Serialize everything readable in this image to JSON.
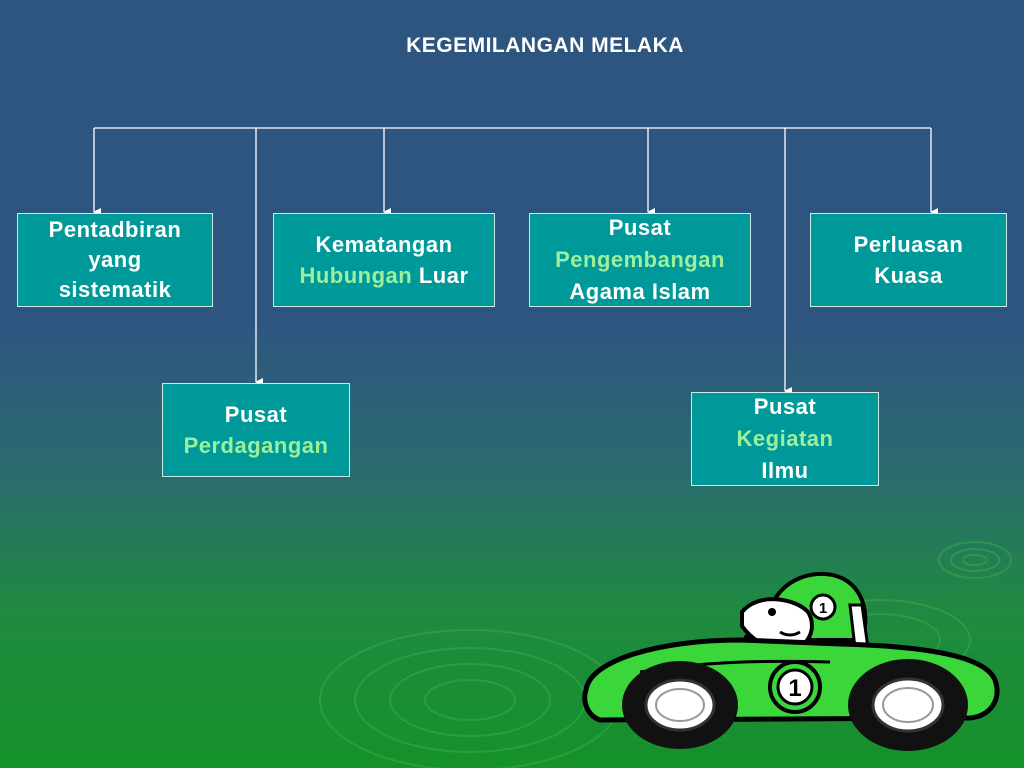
{
  "title": "KEGEMILANGAN MELAKA",
  "boxes": {
    "pentadbiran": {
      "line1": "Pentadbiran",
      "line2": "yang",
      "line3": "sistematik"
    },
    "kematangan": {
      "line1": "Kematangan",
      "line2_hl": "Hubungan",
      "line2_rest": " Luar"
    },
    "agama": {
      "line1": "Pusat",
      "line2_hl": "Pengembangan",
      "line3": "Agama Islam"
    },
    "perluasan": {
      "line1": "Perluasan",
      "line2": "Kuasa"
    },
    "perdagangan": {
      "line1": "Pusat",
      "line2_hl": "Perdagangan"
    },
    "kegiatan": {
      "line1": "Pusat",
      "line2_hl": "Kegiatan",
      "line3": "Ilmu"
    }
  },
  "car": {
    "number": "1"
  },
  "colors": {
    "box_fill": "#009999",
    "highlight_text": "#9cf09c",
    "car_body": "#3ad63a"
  }
}
